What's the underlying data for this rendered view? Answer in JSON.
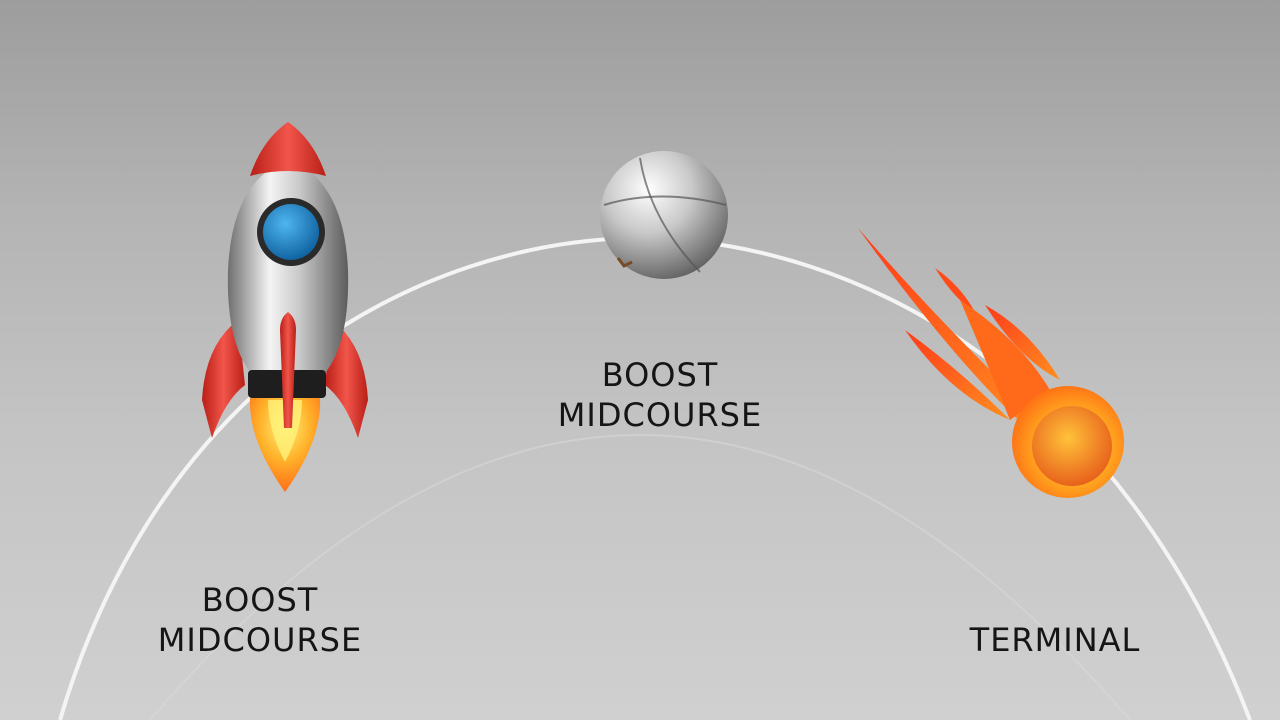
{
  "labels": {
    "left": {
      "line1": "BOOST",
      "line2": "MIDCOURSE"
    },
    "top": {
      "line1": "BOOST",
      "line2": "MIDCOURSE"
    },
    "right": {
      "line1": "TERMINAL"
    }
  },
  "icons": {
    "launch": "rocket-icon",
    "midcourse": "metal-sphere-icon",
    "terminal": "fireball-icon"
  },
  "colors": {
    "rocket_red": "#e83a2f",
    "rocket_window": "#1d8fd6",
    "flame": "#ff8a1a",
    "arc": "#f2f2f2"
  }
}
